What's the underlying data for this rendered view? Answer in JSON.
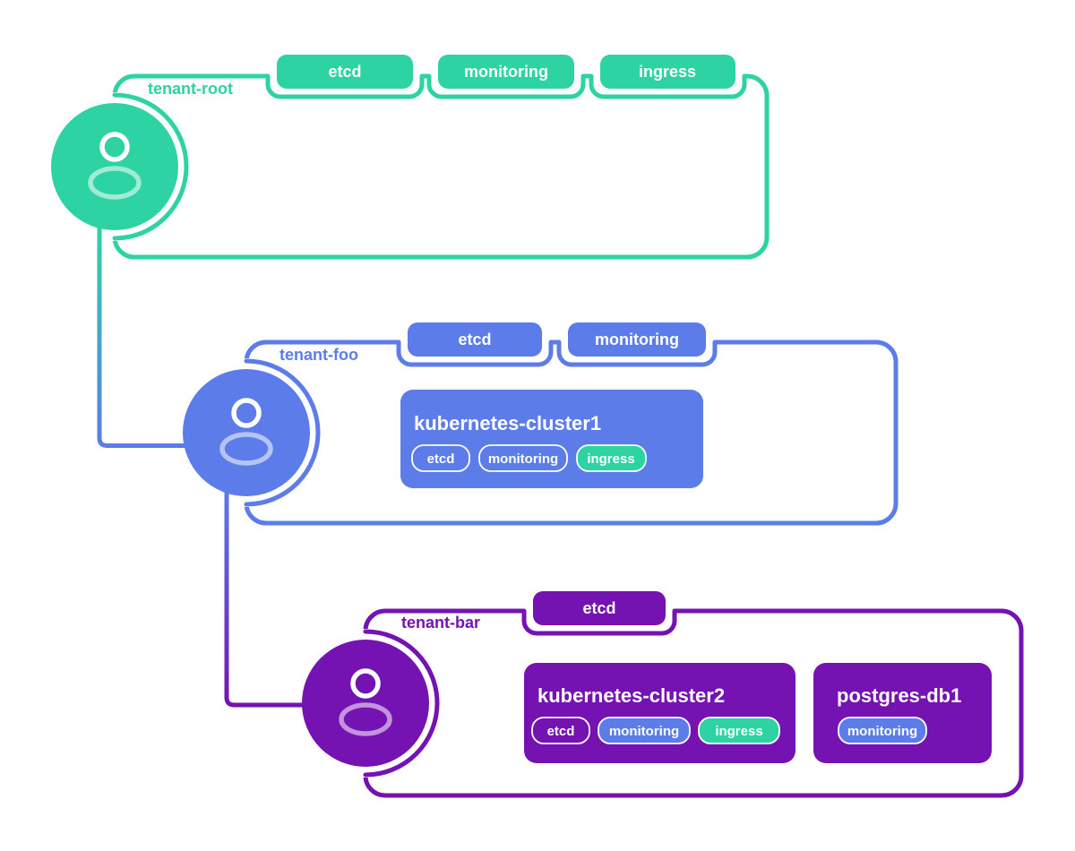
{
  "colors": {
    "green": "#2ed3a3",
    "blue": "#5b7ce9",
    "purple": "#7512b2",
    "avatar_body": "rgba(255,255,255,0.55)",
    "background": "#ffffff",
    "tag_text": "#ffffff"
  },
  "tenants": [
    {
      "label": "tenant-root",
      "color": "#2ed3a3",
      "tags": [
        "etcd",
        "monitoring",
        "ingress"
      ],
      "workloads": []
    },
    {
      "label": "tenant-foo",
      "color": "#5b7ce9",
      "tags": [
        "etcd",
        "monitoring"
      ],
      "workloads": [
        {
          "title": "kubernetes-cluster1",
          "tags": [
            {
              "label": "etcd",
              "variant": "outline"
            },
            {
              "label": "monitoring",
              "variant": "outline"
            },
            {
              "label": "ingress",
              "variant": "green"
            }
          ]
        }
      ]
    },
    {
      "label": "tenant-bar",
      "color": "#7512b2",
      "tags": [
        "etcd"
      ],
      "workloads": [
        {
          "title": "kubernetes-cluster2",
          "tags": [
            {
              "label": "etcd",
              "variant": "outline"
            },
            {
              "label": "monitoring",
              "variant": "blue"
            },
            {
              "label": "ingress",
              "variant": "green"
            }
          ]
        },
        {
          "title": "postgres-db1",
          "tags": [
            {
              "label": "monitoring",
              "variant": "blue"
            }
          ]
        }
      ]
    }
  ]
}
